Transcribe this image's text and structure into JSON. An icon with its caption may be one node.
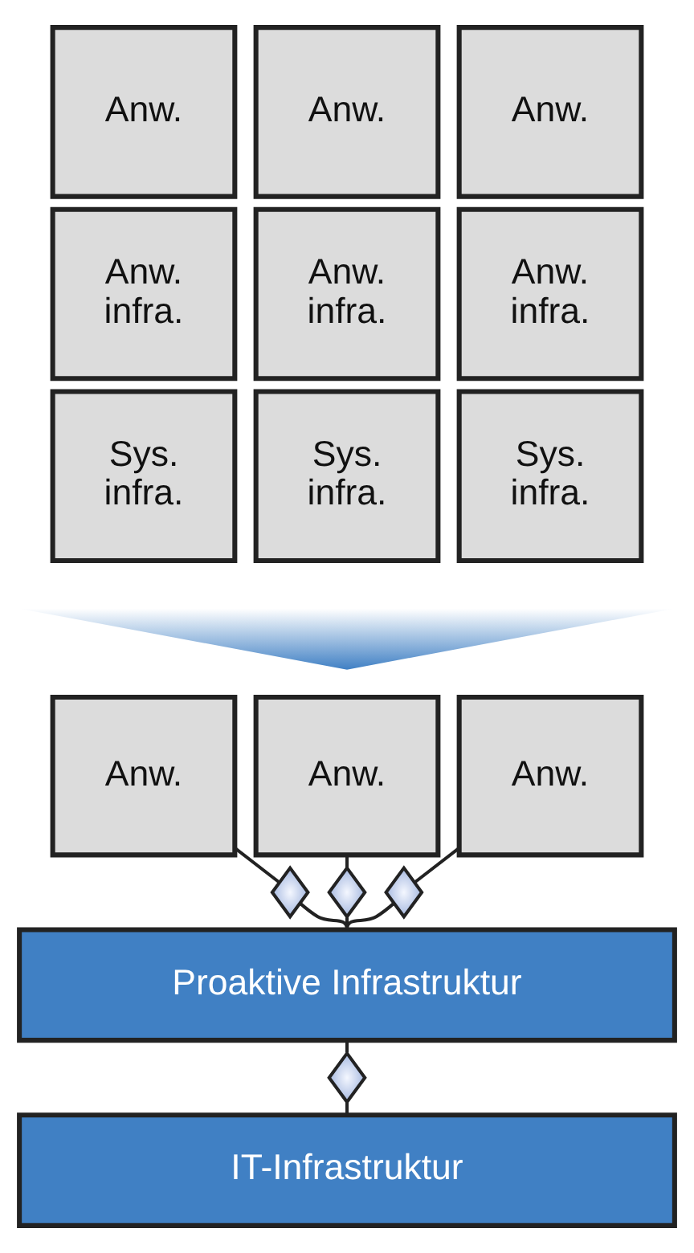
{
  "diagram": {
    "nodes": [
      {
        "text": [
          "Anw."
        ]
      },
      {
        "text": [
          "Anw."
        ]
      },
      {
        "text": [
          "Anw."
        ]
      },
      {
        "text": [
          "Anw. infra."
        ]
      },
      {
        "text": [
          "Anw. infra."
        ]
      },
      {
        "text": [
          "Anw. infra."
        ]
      },
      {
        "text": [
          "Sys. infra."
        ]
      },
      {
        "text": [
          "Sys. infra."
        ]
      },
      {
        "text": [
          "Sys. infra."
        ]
      },
      {
        "text": [],
        "shape": "triangle"
      },
      {
        "text": [
          "Anw."
        ]
      },
      {
        "text": [
          "Anw."
        ]
      },
      {
        "text": [
          "Anw."
        ]
      },
      {
        "text": [],
        "shape": "diamond"
      },
      {
        "text": [],
        "shape": "diamond"
      },
      {
        "text": [],
        "shape": "diamond"
      },
      {
        "text": [
          "Proaktive Infrastruktur"
        ]
      },
      {
        "text": [],
        "shape": "diamond"
      },
      {
        "text": [
          "IT-Infrastruktur"
        ]
      }
    ],
    "edges": [
      {
        "from": 10,
        "to": 13,
        "arrow": "none"
      },
      {
        "from": 13,
        "to": 16,
        "arrow": "none"
      },
      {
        "from": 11,
        "to": 14,
        "arrow": "none"
      },
      {
        "from": 14,
        "to": 16,
        "arrow": "none"
      },
      {
        "from": 12,
        "to": 15,
        "arrow": "none"
      },
      {
        "from": 15,
        "to": 16,
        "arrow": "none"
      },
      {
        "from": 16,
        "to": 17,
        "arrow": "none"
      },
      {
        "from": 17,
        "to": 18,
        "arrow": "none"
      }
    ]
  }
}
